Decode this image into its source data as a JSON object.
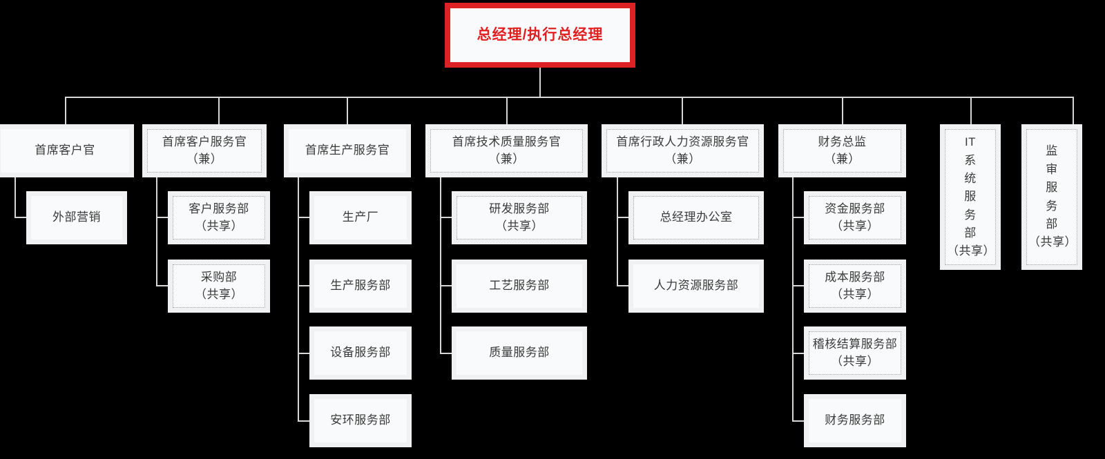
{
  "chart_title": "总经理/执行总经理",
  "colors": {
    "background": "#000000",
    "root_border": "#dc2224",
    "root_text": "#e02020",
    "node_frame": "#f0f1f2",
    "node_fill": "#f9fafb",
    "node_text": "#3a3a3a",
    "connector": "#d6d8da",
    "shared_dotted_border": "#9b9b9b"
  },
  "root": {
    "label": "总经理/执行总经理",
    "style": "red-highlight"
  },
  "level2": [
    {
      "id": "cco",
      "label": "首席客户官",
      "shared": false
    },
    {
      "id": "ccso",
      "label": "首席客户服务官\n（兼）",
      "shared": true
    },
    {
      "id": "cpso",
      "label": "首席生产服务官",
      "shared": false
    },
    {
      "id": "ctqso",
      "label": "首席技术质量服务官\n（兼）",
      "shared": true
    },
    {
      "id": "cahrso",
      "label": "首席行政人力资源服务官\n（兼）",
      "shared": true
    },
    {
      "id": "cfo",
      "label": "财务总监\n（兼）",
      "shared": true
    },
    {
      "id": "it",
      "label": "IT\n系\n统\n服\n务\n部\n（共享）",
      "shared": true,
      "vertical": true
    },
    {
      "id": "audit",
      "label": "监\n审\n服\n务\n部\n（共享）",
      "shared": true,
      "vertical": true
    }
  ],
  "level3": {
    "cco": [
      {
        "label": "外部营销",
        "shared": false
      }
    ],
    "ccso": [
      {
        "label": "客户服务部\n（共享）",
        "shared": true
      },
      {
        "label": "采购部\n（共享）",
        "shared": true
      }
    ],
    "cpso": [
      {
        "label": "生产厂",
        "shared": false
      },
      {
        "label": "生产服务部",
        "shared": false
      },
      {
        "label": "设备服务部",
        "shared": false
      },
      {
        "label": "安环服务部",
        "shared": false
      }
    ],
    "ctqso": [
      {
        "label": "研发服务部\n（共享）",
        "shared": true
      },
      {
        "label": "工艺服务部",
        "shared": false
      },
      {
        "label": "质量服务部",
        "shared": false
      }
    ],
    "cahrso": [
      {
        "label": "总经理办公室",
        "shared": true
      },
      {
        "label": "人力资源服务部",
        "shared": false
      }
    ],
    "cfo": [
      {
        "label": "资金服务部\n（共享）",
        "shared": true
      },
      {
        "label": "成本服务部\n（共享）",
        "shared": true
      },
      {
        "label": "稽核结算服务部\n（共享）",
        "shared": true
      },
      {
        "label": "财务服务部",
        "shared": false
      }
    ]
  }
}
